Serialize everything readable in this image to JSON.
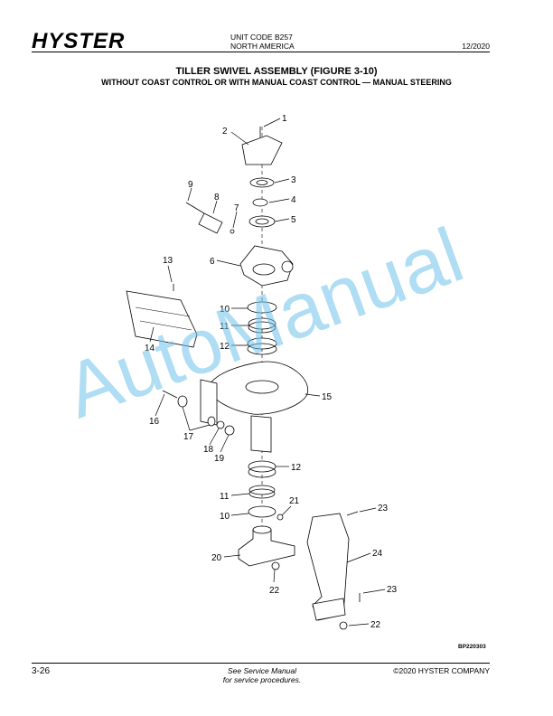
{
  "header": {
    "logo": "HYSTER",
    "unit_code": "UNIT CODE B257",
    "region": "NORTH AMERICA",
    "date": "12/2020"
  },
  "title": "TILLER SWIVEL ASSEMBLY (FIGURE 3-10)",
  "subtitle": "WITHOUT COAST CONTROL OR WITH MANUAL COAST CONTROL — MANUAL STEERING",
  "figure_code": "BP220303",
  "callouts": [
    "1",
    "2",
    "3",
    "4",
    "5",
    "6",
    "7",
    "8",
    "9",
    "10",
    "11",
    "12",
    "13",
    "14",
    "15",
    "16",
    "17",
    "18",
    "19",
    "12",
    "11",
    "10",
    "21",
    "20",
    "22",
    "23",
    "24",
    "23",
    "22"
  ],
  "watermark": "AutoManual",
  "footer": {
    "page": "3-26",
    "note_line1": "See Service Manual",
    "note_line2": "for service procedures.",
    "copyright": "©2020 HYSTER COMPANY"
  }
}
